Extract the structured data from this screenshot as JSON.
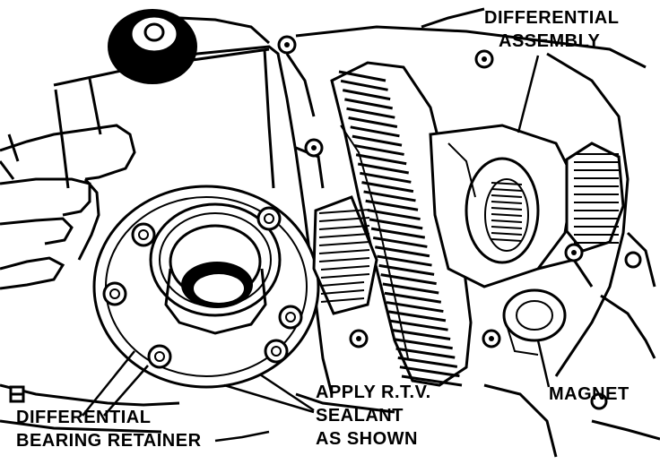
{
  "labels": {
    "differential_assembly": [
      "DIFFERENTIAL",
      "ASSEMBLY"
    ],
    "magnet": "MAGNET",
    "apply_rtv": [
      "APPLY R.T.V.",
      "SEALANT",
      "AS SHOWN"
    ],
    "bearing_retainer": [
      "DIFFERENTIAL",
      "BEARING RETAINER"
    ]
  },
  "colors": {
    "ink": "#000000",
    "paper": "#ffffff"
  }
}
